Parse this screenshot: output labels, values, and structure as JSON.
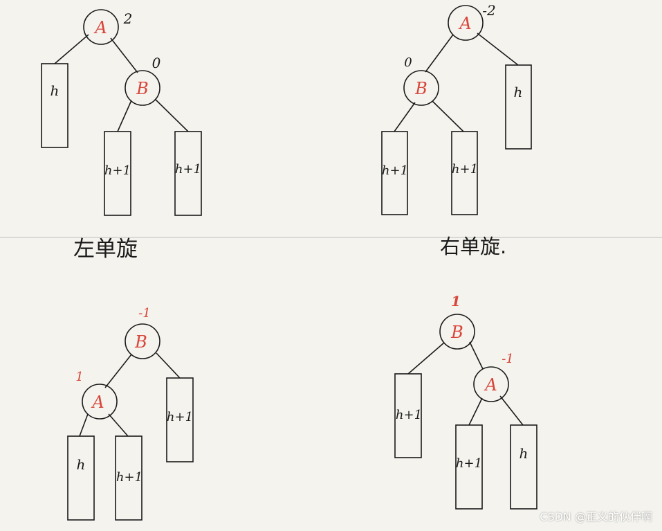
{
  "diagram": {
    "stroke_color": "#1a1a1a",
    "node_label_color": "#d8453a",
    "separator_color": "#c8c8c8",
    "panels": [
      {
        "id": "left-before",
        "nodes": [
          {
            "label": "A",
            "balance": "2"
          },
          {
            "label": "B",
            "balance": "0"
          }
        ],
        "subtrees": [
          "h",
          "h+1",
          "h+1"
        ]
      },
      {
        "id": "right-before",
        "nodes": [
          {
            "label": "A",
            "balance": "-2"
          },
          {
            "label": "B",
            "balance": "0"
          }
        ],
        "subtrees": [
          "h+1",
          "h+1",
          "h"
        ]
      },
      {
        "id": "left-after",
        "nodes": [
          {
            "label": "B",
            "balance": "-1"
          },
          {
            "label": "A",
            "balance": "1"
          }
        ],
        "subtrees": [
          "h+1",
          "h",
          "h+1"
        ]
      },
      {
        "id": "right-after",
        "nodes": [
          {
            "label": "B",
            "balance": "1"
          },
          {
            "label": "A",
            "balance": "-1"
          }
        ],
        "subtrees": [
          "h+1",
          "h+1",
          "h"
        ]
      }
    ],
    "captions": {
      "left_rotation": "左单旋",
      "right_rotation": "右单旋."
    }
  },
  "watermark": "CSDN @正义的伙伴啊"
}
